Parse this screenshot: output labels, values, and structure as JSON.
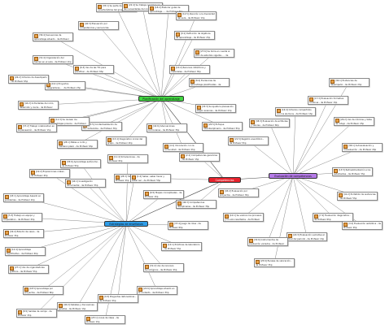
{
  "hubs": [
    {
      "id": "green",
      "label": "Planificación del aprendizaje",
      "color": "#41d641"
    },
    {
      "id": "purple",
      "label": "Evaluación de competencias",
      "color": "#b57be8"
    },
    {
      "id": "blue",
      "label": "Estrategias de enseñanza",
      "color": "#2f9de8"
    },
    {
      "id": "red",
      "label": "Competencias",
      "color": "#e8232d"
    }
  ],
  "nodes": [
    {
      "hub": "green",
      "text": "[35:1] Se parte de las características del grupo de estudiantes... - de Profesor 1hp"
    },
    {
      "hub": "green",
      "text": "[22:4] Se trabaja con base en las necesidades del contexto... - de Profesor 2hp"
    },
    {
      "hub": "green",
      "text": "[18:2] Elaborar guías de aprendizaje... - de Profesor 3hp"
    },
    {
      "hub": "green",
      "text": "[12:5] Atención a la diversidad del aula - de Profesor 1hp"
    },
    {
      "hub": "green",
      "text": "[40:3] Planeación por competencias y secuencias didácticas - de Profesor 4hp"
    },
    {
      "hub": "green",
      "text": "[9:1] Definición de objetivos de aprendizaje - de Profesor 2hp"
    },
    {
      "hub": "green",
      "text": "[27:6] Se toma en cuenta el plan de estudios vigente... - de Profesor 5hp"
    },
    {
      "hub": "green",
      "text": "[14:2] Recursos didácticos y materiales - de Profesor 3hp"
    },
    {
      "hub": "green",
      "text": "[31:4] Organización del tiempo en el aula - de Profesor 1hp"
    },
    {
      "hub": "green",
      "text": "[6:3] Uso de las TIC para planificar - de Profesor 6hp"
    },
    {
      "hub": "green",
      "text": "[19:1] Proyectos integradores... - de Profesor 2hp"
    },
    {
      "hub": "green",
      "text": "[44:2] Actividades de inicio, desarrollo y cierre - de Profesor 4hp"
    },
    {
      "hub": "green",
      "text": "[23:5] Contextualización de los contenidos - de Profesor 3hp"
    },
    {
      "hub": "green",
      "text": "[11:3] Se revisan los aprendizajes previos - de Profesor 5hp"
    },
    {
      "hub": "green",
      "text": "[37:2] Trabajo colaborativo en la planeación - de Profesor 1hp"
    },
    {
      "hub": "green",
      "text": "[28:1] Metas a corto y mediano plazo - de Profesor 6hp"
    },
    {
      "hub": "green",
      "text": "[15:4] Diagnóstico inicial del grupo - de Profesor 2hp"
    },
    {
      "hub": "green",
      "text": "[42:6] Adecuaciones curriculares - de Profesor 3hp"
    },
    {
      "hub": "green",
      "text": "[8:2] Evidencias de aprendizaje planificadas - de Profesor 4hp"
    },
    {
      "hub": "green",
      "text": "[33:3] Se ajusta la planeación según avances - de Profesor 1hp"
    },
    {
      "hub": "green",
      "text": "[20:5] Enfoque interdisciplinario - de Profesor 5hp"
    },
    {
      "hub": "green",
      "text": "[4:1] Vinculación con la comunidad - de Profesor 2hp"
    },
    {
      "hub": "green",
      "text": "[26:2] Criterios de desempeño - de Profesor 6hp"
    },
    {
      "hub": "green",
      "text": "[39:4] Secuencias de aprendizaje situado - de Profesor 3hp"
    },
    {
      "hub": "purple",
      "text": "[17:3] Evaluación formativa continua - de Profesor 1hp"
    },
    {
      "hub": "purple",
      "text": "[29:2] Uso de rúbricas y listas de cotejo - de Profesor 2hp"
    },
    {
      "hub": "purple",
      "text": "[36:1] Autoevaluación y coevaluación - de Profesor 4hp"
    },
    {
      "hub": "purple",
      "text": "[13:5] Retroalimentación a los estudiantes - de Profesor 3hp"
    },
    {
      "hub": "purple",
      "text": "[41:2] Portafolio de evidencias - de Profesor 5hp"
    },
    {
      "hub": "purple",
      "text": "[7:4] Evaluación diagnóstica - de Profesor 6hp"
    },
    {
      "hub": "purple",
      "text": "[24:3] Evaluación sumativa al final del periodo - de Profesor 1hp"
    },
    {
      "hub": "purple",
      "text": "[32:6] Instrumentos de evaluación variados - de Profesor 2hp"
    },
    {
      "hub": "purple",
      "text": "[10:1] Se valoran los procesos y no solo resultados - de Profesor 4hp"
    },
    {
      "hub": "purple",
      "text": "[45:2] Evaluación por proyectos - de Profesor 3hp"
    },
    {
      "hub": "purple",
      "text": "[21:5] Registro anecdótico - de Profesor 5hp"
    },
    {
      "hub": "purple",
      "text": "[38:3] Evaluación de actitudes y valores - de Profesor 6hp"
    },
    {
      "hub": "purple",
      "text": "[16:4] Criterios compartidos con los alumnos - de Profesor 1hp"
    },
    {
      "hub": "purple",
      "text": "[30:1] Evidencias de desempeño - de Profesor 2hp"
    },
    {
      "hub": "purple",
      "text": "[3:2] Evaluación auténtica - de Profesor 4hp"
    },
    {
      "hub": "purple",
      "text": "[25:6] Escalas de valoración - de Profesor 3hp"
    },
    {
      "hub": "blue",
      "text": "[43:1] Aprendizaje basado en problemas - de Profesor 1hp"
    },
    {
      "hub": "blue",
      "text": "[5:3] Trabajo en equipo y cooperativo - de Profesor 2hp"
    },
    {
      "hub": "blue",
      "text": "[34:2] Estudio de casos - de Profesor 3hp"
    },
    {
      "hub": "blue",
      "text": "[12:4] Aprendizaje significativo - de Profesor 4hp"
    },
    {
      "hub": "blue",
      "text": "[27:1] Uso de organizadores gráficos - de Profesor 5hp"
    },
    {
      "hub": "blue",
      "text": "[18:5] Aprendizaje por proyectos - de Profesor 6hp"
    },
    {
      "hub": "blue",
      "text": "[40:2] Debates y discusiones guiadas - de Profesor 1hp"
    },
    {
      "hub": "blue",
      "text": "[9:3] Preguntas detonadoras - de Profesor 2hp"
    },
    {
      "hub": "blue",
      "text": "[22:6] Aprendizaje situado en el contexto - de Profesor 3hp"
    },
    {
      "hub": "blue",
      "text": "[31:2] Uso de recursos tecnológicos - de Profesor 4hp"
    },
    {
      "hub": "blue",
      "text": "[14:1] Prácticas de laboratorio - de Profesor 5hp"
    },
    {
      "hub": "blue",
      "text": "[37:4] Juego de roles - de Profesor 6hp"
    },
    {
      "hub": "blue",
      "text": "[6:5] Mapas conceptuales - de Profesor 1hp"
    },
    {
      "hub": "blue",
      "text": "[28:3] Tutoría entre pares - de Profesor 2hp"
    },
    {
      "hub": "blue",
      "text": "[44:1] Investigación documental - de Profesor 3hp"
    },
    {
      "hub": "blue",
      "text": "[19:2] Exposiciones orales - de Profesor 4hp"
    },
    {
      "hub": "blue",
      "text": "[35:6] Aprendizaje autónomo - de Profesor 5hp"
    },
    {
      "hub": "blue",
      "text": "[11:4] Simulaciones - de Profesor 6hp"
    },
    {
      "hub": "blue",
      "text": "[23:1] Lluvia de ideas - de Profesor 1hp"
    },
    {
      "hub": "blue",
      "text": "[8:5] Salidas de campo - de Profesor 2hp"
    },
    {
      "hub": "red",
      "text": "[2:1] Competencias genéricas - de Profesor 1hp"
    },
    {
      "hub": "red",
      "text": "[46:3] Competencias disciplinares - de Profesor 3hp"
    },
    {
      "hub": "red",
      "text": "[1:2] Saber, saber hacer y saber ser - de Profesor 5hp"
    }
  ]
}
